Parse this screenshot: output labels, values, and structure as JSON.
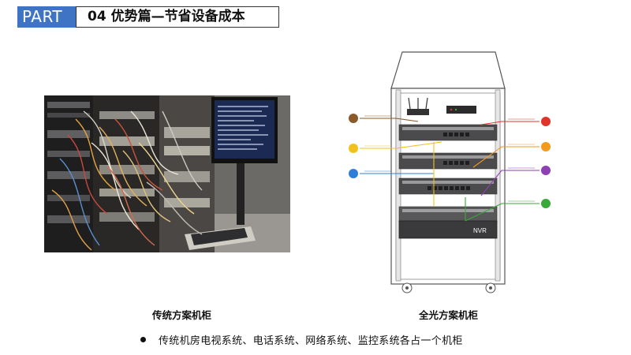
{
  "header": {
    "part_label": "PART",
    "title": "04 优势篇—节省设备成本"
  },
  "left": {
    "caption": "传统方案机柜"
  },
  "right": {
    "caption": "全光方案机柜",
    "nvr_label": "NVR"
  },
  "bullet": {
    "text": "传统机房电视系统、电话系统、网络系统、监控系统各占一个机柜"
  },
  "colors": {
    "part_bg": "#3f74c4",
    "marker_brown": "#8b5a2b",
    "marker_red": "#e0342b",
    "marker_yellow": "#f2c21c",
    "marker_orange": "#f39a1e",
    "marker_blue": "#2f7fd6",
    "marker_purple": "#8e3fb3",
    "marker_green": "#3aa83a"
  }
}
